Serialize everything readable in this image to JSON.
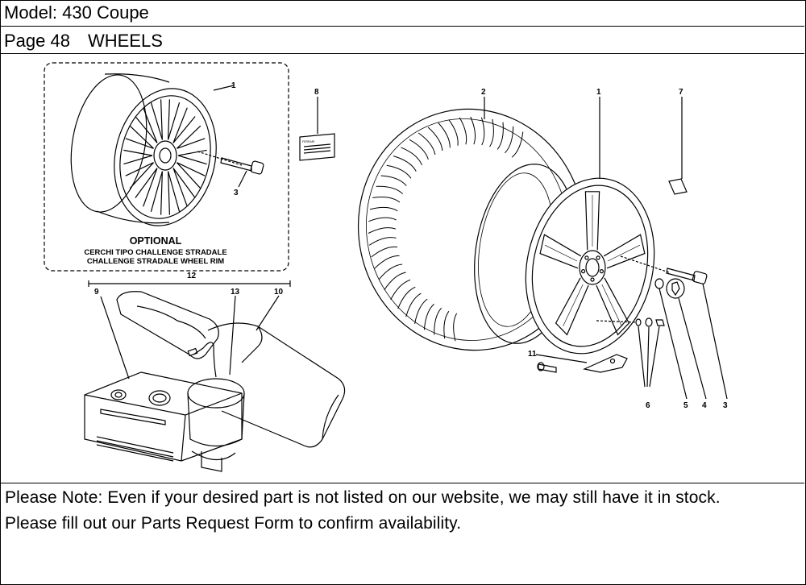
{
  "header": {
    "model_line": "Model: 430 Coupe",
    "page_number": "Page 48",
    "page_title": "WHEELS"
  },
  "diagram": {
    "optional_box": {
      "heading": "OPTIONAL",
      "line_it": "CERCHI TIPO CHALLENGE STRADALE",
      "line_en": "CHALLENGE STRADALE WHEEL RIM",
      "callouts": {
        "wheel": "1",
        "bolt": "3"
      }
    },
    "callouts": {
      "kit": "12",
      "compressor": "9",
      "hose": "13",
      "bag": "10",
      "label": "8",
      "tyre": "2",
      "rim": "1",
      "emblem": "7",
      "sensor_bracket": "11",
      "valves": "6",
      "washer": "5",
      "cap": "4",
      "bolt": "3"
    },
    "label_plate_text": "FERRARI"
  },
  "note": {
    "line1": "Please Note: Even if your desired part is not listed on our website, we may still have it in stock.",
    "line2": "Please fill out our Parts Request Form to confirm availability."
  }
}
